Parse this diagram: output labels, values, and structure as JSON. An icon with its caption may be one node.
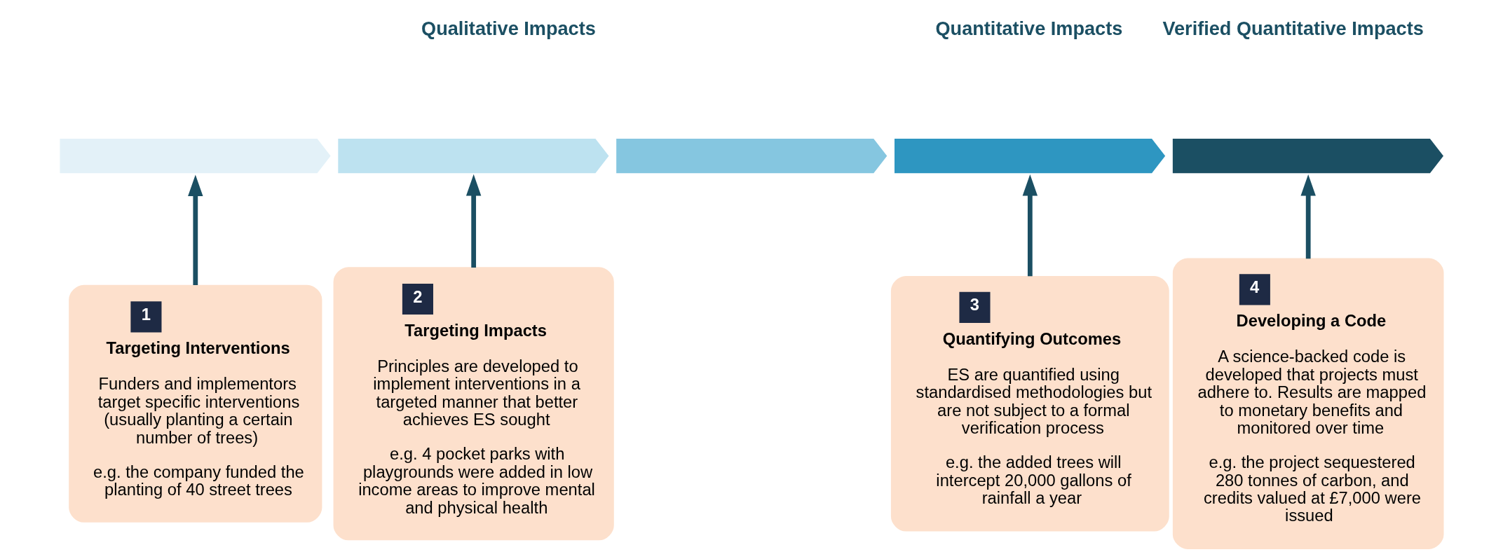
{
  "diagram": {
    "nodes": [
      {
        "text": [],
        "shape": "chevron"
      },
      {
        "text": [],
        "shape": "chevron"
      },
      {
        "text": [],
        "shape": "chevron"
      },
      {
        "text": [],
        "shape": "chevron"
      },
      {
        "text": [],
        "shape": "chevron"
      },
      {
        "text": [
          "1",
          "Targeting Interventions",
          "Funders and implementors target specific interventions (usually planting a certain number of trees)",
          "e.g. the company funded the planting of 40 street trees"
        ]
      },
      {
        "text": [
          "2",
          "Targeting Impacts",
          "Principles are developed to implement interventions in a targeted manner that better achieves ES sought",
          "e.g. 4 pocket parks with playgrounds were added in low income areas to improve mental and physical health"
        ]
      },
      {
        "text": [
          "3",
          "Quantifying Outcomes",
          "ES are quantified using standardised methodologies but are not subject to a formal verification process",
          "e.g. the added trees will intercept 20,000 gallons of rainfall a year"
        ]
      },
      {
        "text": [
          "4",
          "Developing a Code",
          "A science-backed code is developed that projects must adhere to. Results are mapped to monetary benefits and monitored over time",
          "e.g. the project sequestered 280 tonnes of carbon, and credits valued at £7,000 were issued"
        ]
      }
    ],
    "edges": [
      {
        "from": 5,
        "to": 0,
        "arrow": "to"
      },
      {
        "from": 6,
        "to": 1,
        "arrow": "to"
      },
      {
        "from": 7,
        "to": 3,
        "arrow": "to"
      },
      {
        "from": 8,
        "to": 4,
        "arrow": "to"
      }
    ],
    "labels": [
      "Qualitative Impacts",
      "Quantitative Impacts",
      "Verified Quantitative Impacts"
    ]
  }
}
